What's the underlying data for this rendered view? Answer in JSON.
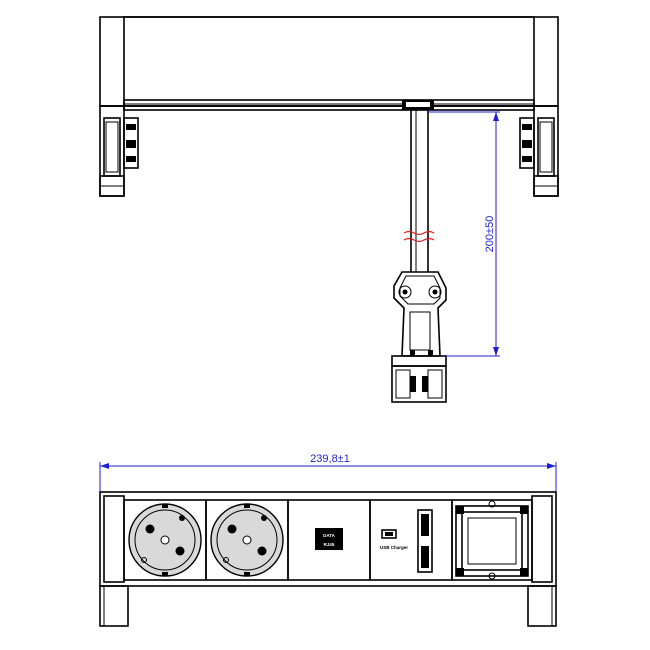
{
  "dimensions": {
    "cable_length": "200±50",
    "total_width": "239,8±1"
  },
  "modules": [
    {
      "type": "schuko-socket"
    },
    {
      "type": "schuko-socket"
    },
    {
      "type": "data-module",
      "label_lines": [
        "DATA",
        "RJ45"
      ]
    },
    {
      "type": "usb-charger",
      "label": "USB Charger"
    },
    {
      "type": "blank-module"
    }
  ],
  "colors": {
    "line": "#000000",
    "dimension": "#1f1fd0",
    "cut_marks": "#e02020",
    "fill": "#d9d9d9"
  }
}
